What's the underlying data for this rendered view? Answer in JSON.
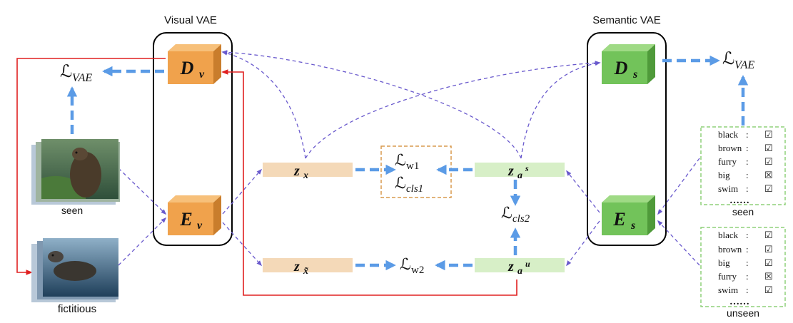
{
  "visual_vae": {
    "title": "Visual VAE",
    "decoder": "D",
    "decoder_sub": "v",
    "encoder": "E",
    "encoder_sub": "v"
  },
  "semantic_vae": {
    "title": "Semantic VAE",
    "decoder": "D",
    "decoder_sub": "s",
    "encoder": "E",
    "encoder_sub": "s"
  },
  "losses": {
    "vae_left": {
      "script": "ℒ",
      "sub": "VAE"
    },
    "vae_right": {
      "script": "ℒ",
      "sub": "VAE"
    },
    "w1": {
      "script": "ℒ",
      "sub": "w1"
    },
    "cls1": {
      "script": "ℒ",
      "sub": "cls1"
    },
    "cls2": {
      "script": "ℒ",
      "sub": "cls2"
    },
    "w2": {
      "script": "ℒ",
      "sub": "w2"
    }
  },
  "latents": {
    "zx": {
      "base": "z",
      "sub": "x"
    },
    "zxt": {
      "base": "z",
      "sub": "x̃"
    },
    "zas": {
      "base": "z",
      "sub": "a",
      "sup": "s"
    },
    "zau": {
      "base": "z",
      "sub": "a",
      "sup": "u"
    }
  },
  "image_labels": {
    "seen": "seen",
    "fictitious": "fictitious"
  },
  "attributes_seen": {
    "label": "seen",
    "items": [
      {
        "name": "black",
        "sep": ":",
        "mark": "☑"
      },
      {
        "name": "brown",
        "sep": ":",
        "mark": "☑"
      },
      {
        "name": "furry",
        "sep": ":",
        "mark": "☑"
      },
      {
        "name": "big",
        "sep": ":",
        "mark": "☒"
      },
      {
        "name": "swim",
        "sep": ":",
        "mark": "☑"
      }
    ],
    "ellipsis": "……"
  },
  "attributes_unseen": {
    "label": "unseen",
    "items": [
      {
        "name": "black",
        "sep": ":",
        "mark": "☑"
      },
      {
        "name": "brown",
        "sep": ":",
        "mark": "☑"
      },
      {
        "name": "big",
        "sep": ":",
        "mark": "☑"
      },
      {
        "name": "furry",
        "sep": ":",
        "mark": "☒"
      },
      {
        "name": "swim",
        "sep": ":",
        "mark": "☑"
      }
    ],
    "ellipsis": "……"
  },
  "colors": {
    "blue_arrow": "#5b9be6",
    "purple_dash": "#6a5acd",
    "red_line": "#e02020",
    "orange_box": "#f0a24c",
    "green_box": "#72c35a",
    "zx_fill": "#f4d9b8",
    "za_fill": "#d7efc7",
    "attr_border": "#8fd07a",
    "loss_border": "#d99a4e"
  }
}
